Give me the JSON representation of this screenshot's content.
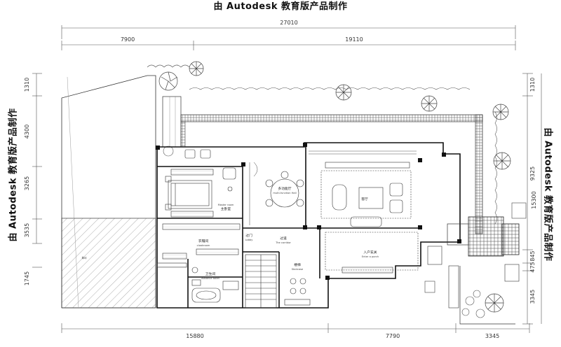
{
  "watermark": {
    "top": "由 Autodesk 教育版产品制作",
    "left": "由 Autodesk 教育版产品制作",
    "right": "由 Autodesk 教育版产品制作"
  },
  "dimensions": {
    "top_total": "27010",
    "top_left": "7900",
    "top_right": "19110",
    "bottom_1": "15880",
    "bottom_2": "7790",
    "bottom_3": "3345",
    "left_1": "1310",
    "left_2": "4300",
    "left_3": "3265",
    "left_4": "3535",
    "left_5": "1745",
    "right_1": "1310",
    "right_2": "9325",
    "right_total": "15300",
    "right_3": "845",
    "right_4": "475",
    "right_5": "3345"
  },
  "rooms": {
    "master_cn": "主卧室",
    "master_en": "Master room",
    "multi_cn": "多功能厅",
    "multi_en": "multi-function Hall",
    "living_cn": "客厅",
    "cloak_cn": "衣帽间",
    "cloak_en": "cloakroom",
    "corridor_cn": "过道",
    "corridor_en": "The corridor",
    "entry_cn": "入户玄关",
    "entry_en": "Enter a porch",
    "lobby_cn": "过门",
    "lobby_en": "Lobby",
    "toilet_cn": "卫生间",
    "toilet_en": "Advance toilet",
    "stair_cn": "楼梯",
    "stair_en": "Staircase",
    "garden_cn": "草坪"
  }
}
